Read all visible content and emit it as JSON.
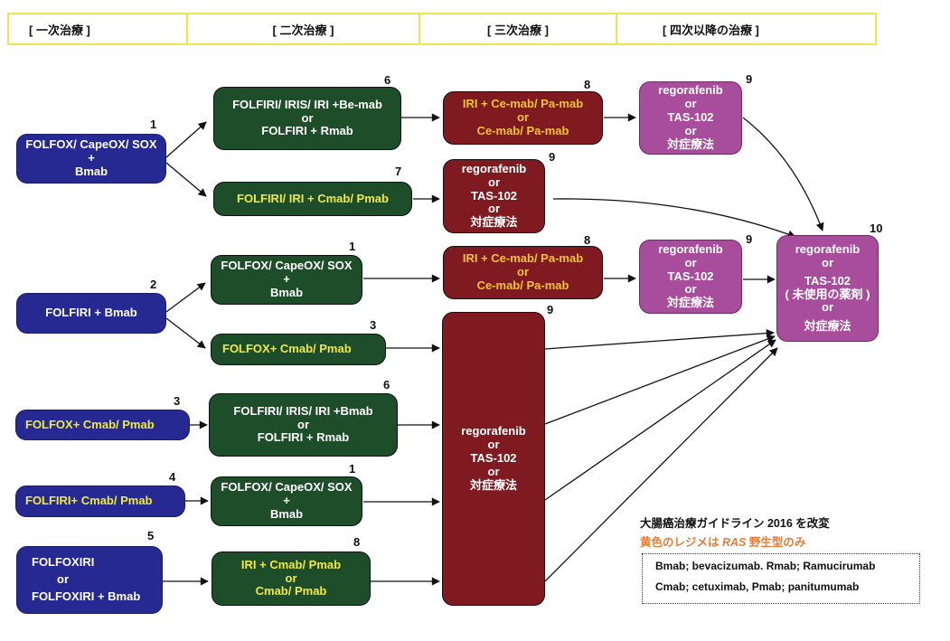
{
  "header": {
    "columns": [
      "[ 一次治療 ]",
      "[ 二次治療 ]",
      "[ 三次治療 ]",
      "[ 四次以降の治療 ]"
    ]
  },
  "colors": {
    "first_line_box": "#262991",
    "second_line_box": "#1e4d2a",
    "third_line_box": "#7e1a20",
    "fourth_line_box": "#a84d9c",
    "ras_wild_type_text": "#f0ea3c",
    "note_orange": "#ea7b35",
    "header_border": "#f1e34a"
  },
  "first_line": [
    {
      "num": "1",
      "lines": [
        "FOLFOX/ CapeOX/ SOX",
        "+",
        "Bmab"
      ],
      "ras_only": false
    },
    {
      "num": "2",
      "lines": [
        "FOLFIRI + Bmab"
      ],
      "ras_only": false
    },
    {
      "num": "3",
      "lines": [
        "FOLFOX+ Cmab/ Pmab"
      ],
      "ras_only": true
    },
    {
      "num": "4",
      "lines": [
        "FOLFIRI+ Cmab/ Pmab"
      ],
      "ras_only": true
    },
    {
      "num": "5",
      "lines": [
        "FOLFOXIRI",
        "or",
        "FOLFOXIRI + Bmab"
      ],
      "ras_only": false
    }
  ],
  "second_line": [
    {
      "num": "6",
      "lines": [
        "FOLFIRI/ IRIS/ IRI +Be-mab",
        "or",
        "FOLFIRI + Rmab"
      ],
      "ras_only": false
    },
    {
      "num": "7",
      "lines": [
        "FOLFIRI/ IRI + Cmab/ Pmab"
      ],
      "ras_only": true
    },
    {
      "num": "1",
      "lines": [
        "FOLFOX/ CapeOX/ SOX",
        "+",
        "Bmab"
      ],
      "ras_only": false
    },
    {
      "num": "3",
      "lines": [
        "FOLFOX+ Cmab/ Pmab"
      ],
      "ras_only": true
    },
    {
      "num": "6",
      "lines": [
        "FOLFIRI/ IRIS/ IRI +Bmab",
        "or",
        "FOLFIRI + Rmab"
      ],
      "ras_only": false
    },
    {
      "num": "1",
      "lines": [
        "FOLFOX/ CapeOX/ SOX",
        "+",
        "Bmab"
      ],
      "ras_only": false
    },
    {
      "num": "8",
      "lines": [
        "IRI + Cmab/ Pmab",
        "or",
        "Cmab/ Pmab"
      ],
      "ras_only": true
    }
  ],
  "third_line": [
    {
      "num": "8",
      "lines": [
        "IRI + Ce-mab/ Pa-mab",
        "or",
        "Ce-mab/ Pa-mab"
      ],
      "ras_only": true
    },
    {
      "num": "9",
      "lines": [
        "regorafenib",
        "or",
        "TAS-102",
        "or",
        "対症療法"
      ],
      "ras_only": false
    },
    {
      "num": "8",
      "lines": [
        "IRI + Ce-mab/ Pa-mab",
        "or",
        "Ce-mab/ Pa-mab"
      ],
      "ras_only": true
    },
    {
      "num": "9",
      "lines": [
        "regorafenib",
        "or",
        "TAS-102",
        "or",
        "対症療法"
      ],
      "ras_only": false
    }
  ],
  "fourth_line": [
    {
      "num": "9",
      "lines": [
        "regorafenib",
        "or",
        "TAS-102",
        "or",
        "対症療法"
      ]
    },
    {
      "num": "9",
      "lines": [
        "regorafenib",
        "or",
        "TAS-102",
        "or",
        "対症療法"
      ]
    },
    {
      "num": "10",
      "lines": [
        "regorafenib",
        "or",
        "TAS-102",
        "( 未使用の薬剤 )",
        "or",
        "対症療法"
      ]
    }
  ],
  "notes": {
    "source": "大腸癌治療ガイドライン 2016 を改変",
    "ras_note_prefix": "黄色のレジメは ",
    "ras_note_italic": "RAS",
    "ras_note_suffix": " 野生型のみ"
  },
  "legend": [
    "Bmab; bevacizumab.  Rmab; Ramucirumab",
    "Cmab; cetuximab,  Pmab; panitumumab"
  ]
}
